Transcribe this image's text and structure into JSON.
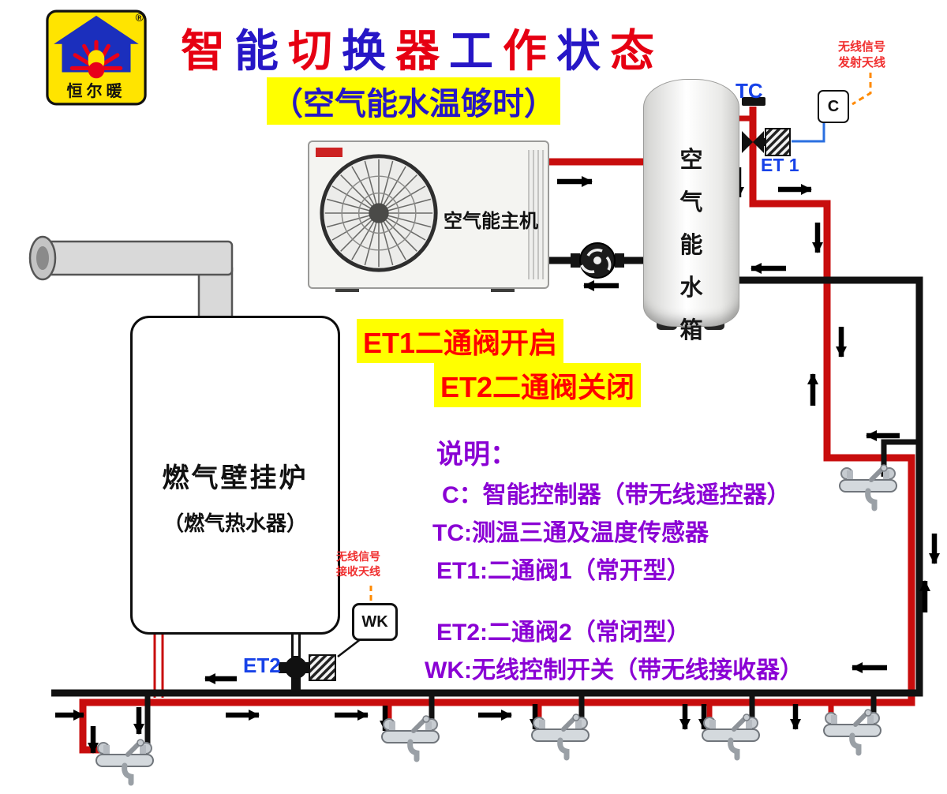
{
  "logo": {
    "brand": "恒尔暖",
    "registered_mark": "®"
  },
  "header": {
    "title_chars": [
      "智",
      "能",
      "切",
      "换",
      "器",
      "工",
      "作",
      "状",
      "态"
    ],
    "title_colors": [
      "#e60012",
      "#2616c6",
      "#e60012",
      "#2616c6",
      "#e60012",
      "#2616c6",
      "#e60012",
      "#2616c6",
      "#e60012"
    ],
    "subtitle": "（空气能水温够时）"
  },
  "status_banner": {
    "line1": "ET1二通阀开启",
    "line2": "ET2二通阀关闭"
  },
  "devices": {
    "heat_pump": {
      "label": "空气能主机"
    },
    "tank": {
      "label_chars": [
        "空",
        "气",
        "能",
        "水",
        "箱"
      ]
    },
    "boiler": {
      "title": "燃气壁挂炉",
      "subtitle": "（燃气热水器）"
    }
  },
  "component_labels": {
    "tc": "TC",
    "et1": "ET 1",
    "et2": "ET2",
    "controller": "C",
    "wk": "WK"
  },
  "annotations": {
    "tx_antenna_line1": "无线信号",
    "tx_antenna_line2": "发射天线",
    "rx_antenna_line1": "无线信号",
    "rx_antenna_line2": "接收天线"
  },
  "legend": {
    "heading": "说明：",
    "items": [
      "C：智能控制器（带无线遥控器）",
      "TC:测温三通及温度传感器",
      "ET1:二通阀1（常开型）",
      "ET2:二通阀2（常闭型）",
      "WK:无线控制开关（带无线接收器）"
    ]
  },
  "colors": {
    "title_red": "#e60012",
    "title_blue": "#2616c6",
    "highlight_yellow": "#ffff00",
    "status_red": "#ff0000",
    "legend_purple": "#8a00d4",
    "label_blue": "#1742e8",
    "hot_pipe_red": "#c80d0d",
    "pipe_black": "#111111",
    "signal_orange": "#ff8a00",
    "wire_blue": "#2a6fe0",
    "antenna_text_red": "#f03030"
  },
  "icons": {
    "fan": "fan-icon",
    "circulation_pump": "circulation-pump-icon",
    "faucet": "faucet-icon",
    "et1_valve": "et1-valve-icon",
    "et2_valve": "et2-valve-icon",
    "flue": "flue-pipe-icon",
    "flow_arrow": "flow-arrow-icon",
    "logo_house": "house-logo-icon",
    "signal_line": "signal-dash-line",
    "control_wire": "control-wire-line"
  }
}
